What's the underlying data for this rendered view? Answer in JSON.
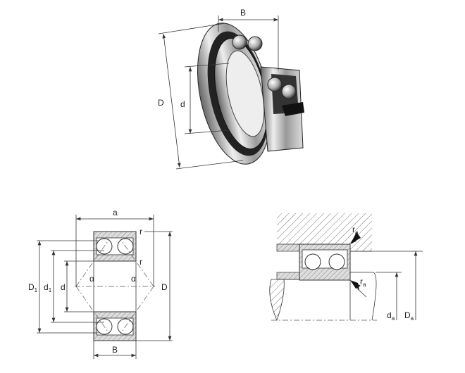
{
  "perspective_view": {
    "labels": {
      "B": "B",
      "D": "D",
      "d": "d"
    }
  },
  "section_view": {
    "labels": {
      "a": "a",
      "r_top": "r",
      "r_mid": "r",
      "alpha_left": "α",
      "alpha_right": "α",
      "D1_main": "D",
      "D1_sub": "1",
      "d1_main": "d",
      "d1_sub": "1",
      "d": "d",
      "D": "D",
      "B": "B"
    }
  },
  "mounting_view": {
    "labels": {
      "ra_top_main": "r",
      "ra_top_sub": "a",
      "ra_bottom_main": "r",
      "ra_bottom_sub": "a",
      "da_main": "d",
      "da_sub": "a",
      "Da_main": "D",
      "Da_sub": "a"
    }
  }
}
